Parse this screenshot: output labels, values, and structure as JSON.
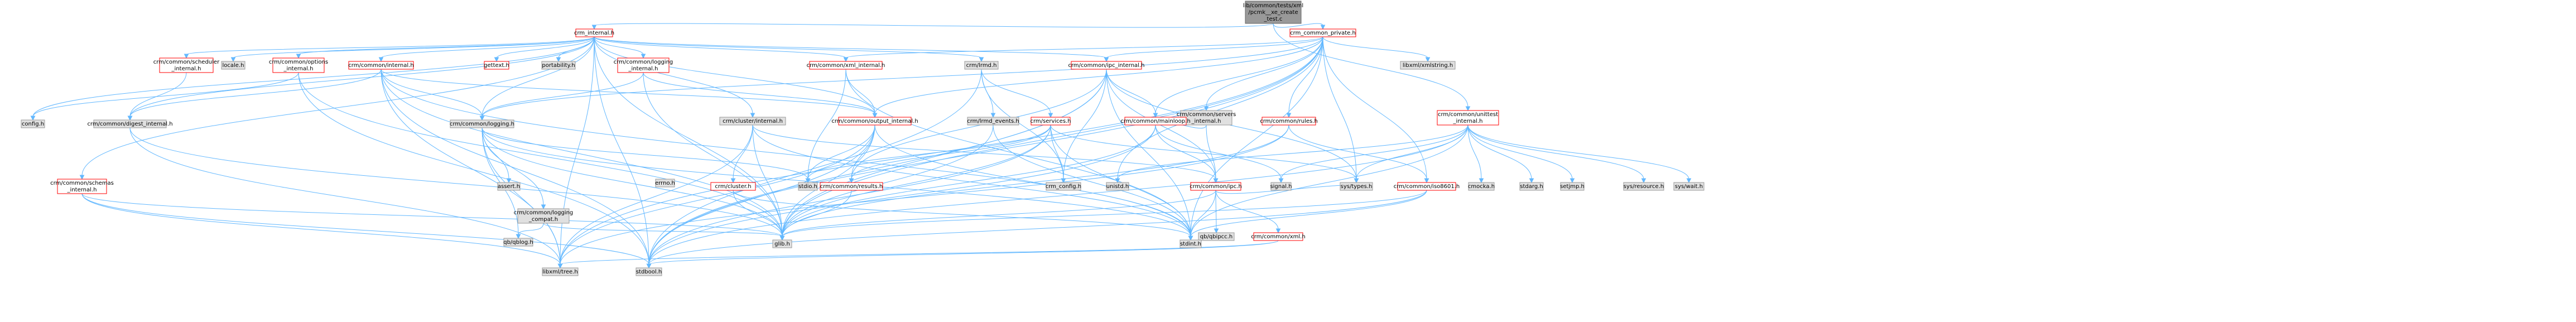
{
  "title": "lib/common/tests/xml/pcmk__xe_create_test.c",
  "colors": {
    "root_fill": "#999999",
    "root_stroke": "#666666",
    "link_fill": "#ffffff",
    "link_stroke": "#ff0000",
    "system_fill": "#e0e0e0",
    "system_stroke": "#999999",
    "edge": "#63b8ff"
  },
  "nodes": {
    "root": {
      "l1": "lib/common/tests/xml",
      "l2": "/pcmk__xe_create",
      "l3": "_test.c"
    },
    "crm_internal": "crm_internal.h",
    "crm_common_private": "crm_common_private.h",
    "unittest": {
      "l1": "crm/common/unittest",
      "l2": "_internal.h"
    },
    "scheduler": {
      "l1": "crm/common/scheduler",
      "l2": "_internal.h"
    },
    "locale": "locale.h",
    "options": {
      "l1": "crm/common/options",
      "l2": "_internal.h"
    },
    "internal": "crm/common/internal.h",
    "gettext": "gettext.h",
    "portability": "portability.h",
    "logging_internal": {
      "l1": "crm/common/logging",
      "l2": "_internal.h"
    },
    "cluster_internal": "crm/cluster/internal.h",
    "xml_internal": "crm/common/xml_internal.h",
    "lrmd": "crm/lrmd.h",
    "ipc_internal": "crm/common/ipc_internal.h",
    "servers": {
      "l1": "crm/common/servers",
      "l2": "_internal.h"
    },
    "rules": "crm/common/rules.h",
    "libxml_string": "libxml/xmlstring.h",
    "config": "config.h",
    "digest": "crm/common/digest_internal.h",
    "logging": "crm/common/logging.h",
    "output": "crm/common/output_internal.h",
    "lrmd_events": "crm/lrmd_events.h",
    "services": "crm/services.h",
    "mainloop": "crm/common/mainloop.h",
    "schemas": {
      "l1": "crm/common/schemas",
      "l2": "_internal.h"
    },
    "errno": "errno.h",
    "cluster": "crm/cluster.h",
    "results": "crm/common/results.h",
    "crm_config": "crm_config.h",
    "unistd": "unistd.h",
    "ipc": "crm/common/ipc.h",
    "signal": "signal.h",
    "systypes": "sys/types.h",
    "iso8601": "crm/common/iso8601.h",
    "cmocka": "cmocka.h",
    "stdarg": "stdarg.h",
    "setjmp": "setjmp.h",
    "sysresource": "sys/resource.h",
    "syswait": "sys/wait.h",
    "assert": "assert.h",
    "logging_compat": {
      "l1": "crm/common/logging",
      "l2": "_compat.h"
    },
    "stdio": "stdio.h",
    "qbipcc": "qb/qbipcc.h",
    "xml": "crm/common/xml.h",
    "qblog": "qb/qblog.h",
    "glib": "glib.h",
    "stdint": "stdint.h",
    "libxml_tree": "libxml/tree.h",
    "stdbool": "stdbool.h"
  }
}
